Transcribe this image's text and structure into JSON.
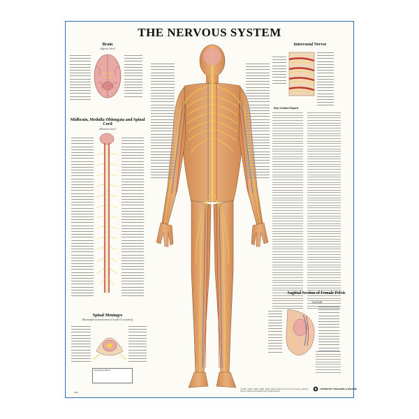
{
  "poster": {
    "title": "THE NERVOUS SYSTEM",
    "sections": {
      "brain": {
        "heading": "Brain",
        "subheading": "(Inferior view)"
      },
      "midbrain": {
        "heading": "Midbrain, Medulla Oblongata and Spinal Cord",
        "subheading": "(Posterior view)"
      },
      "meninges": {
        "heading": "Spinal Meninges",
        "subheading": "(Horizontal section between C4 and C5 vertebrae)"
      },
      "intercostal": {
        "heading": "Intercostal Nerves"
      },
      "pelvis": {
        "heading": "Sagittal Section of Female Pelvis",
        "subheading": "(Left half)"
      }
    },
    "key_title": "Key Cranial Figure",
    "abbr_title": "Key Abbreviations",
    "footer": "©1987, 1993, 1996, 1998, 2000, 2002 Anatomical Chart Company, Skokie, Illinois. Medical Illustrations by Peter Bachin",
    "code": "9840",
    "logo_text": "LIPPINCOTT WILLIAMS & WILKINS",
    "colors": {
      "border": "#2a6fb5",
      "skin": "#e3a56f",
      "nerve": "#f2d04a",
      "vein": "#3a5fb0",
      "artery": "#c0392b"
    }
  }
}
